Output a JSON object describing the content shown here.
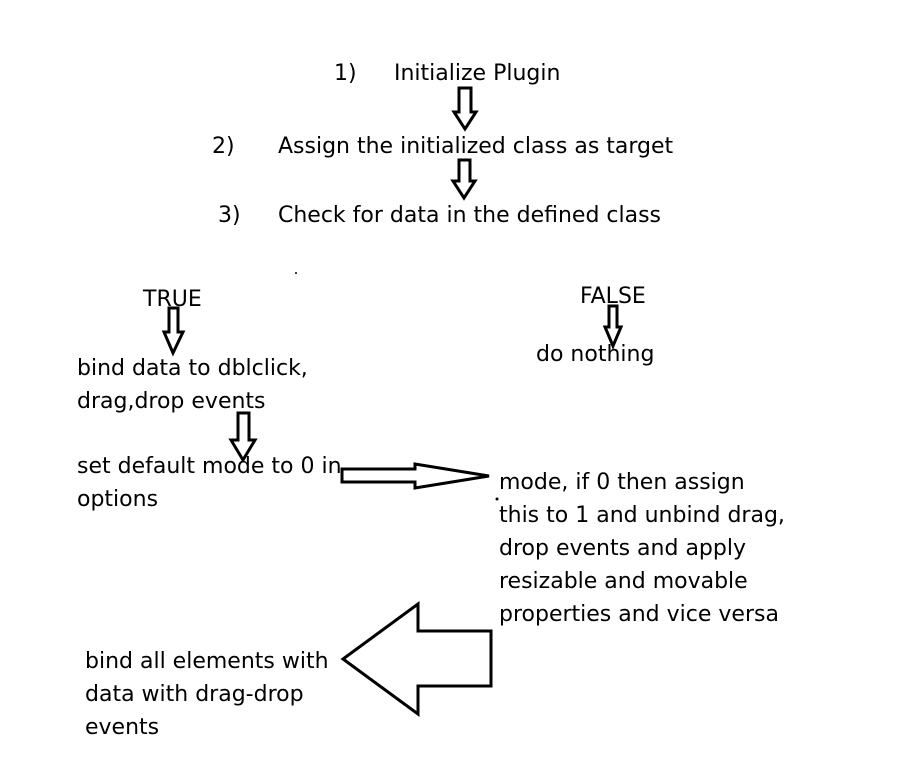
{
  "steps": [
    {
      "number": "1)",
      "text": "Initialize Plugin"
    },
    {
      "number": "2)",
      "text": "Assign the initialized class as target"
    },
    {
      "number": "3)",
      "text": "Check for data in the defined class"
    }
  ],
  "branches": {
    "true_label": "TRUE",
    "false_label": "FALSE",
    "false_action": "do nothing"
  },
  "true_path": {
    "bind_events": "bind data to dblclick,\ndrag,drop events",
    "set_default": "set default mode to 0 in\noptions",
    "mode_toggle": "mode, if 0 then assign\nthis to 1 and unbind drag,\ndrop events and apply\nresizable and movable\nproperties and vice versa",
    "bind_all": "bind all elements with\ndata with drag-drop\nevents"
  }
}
